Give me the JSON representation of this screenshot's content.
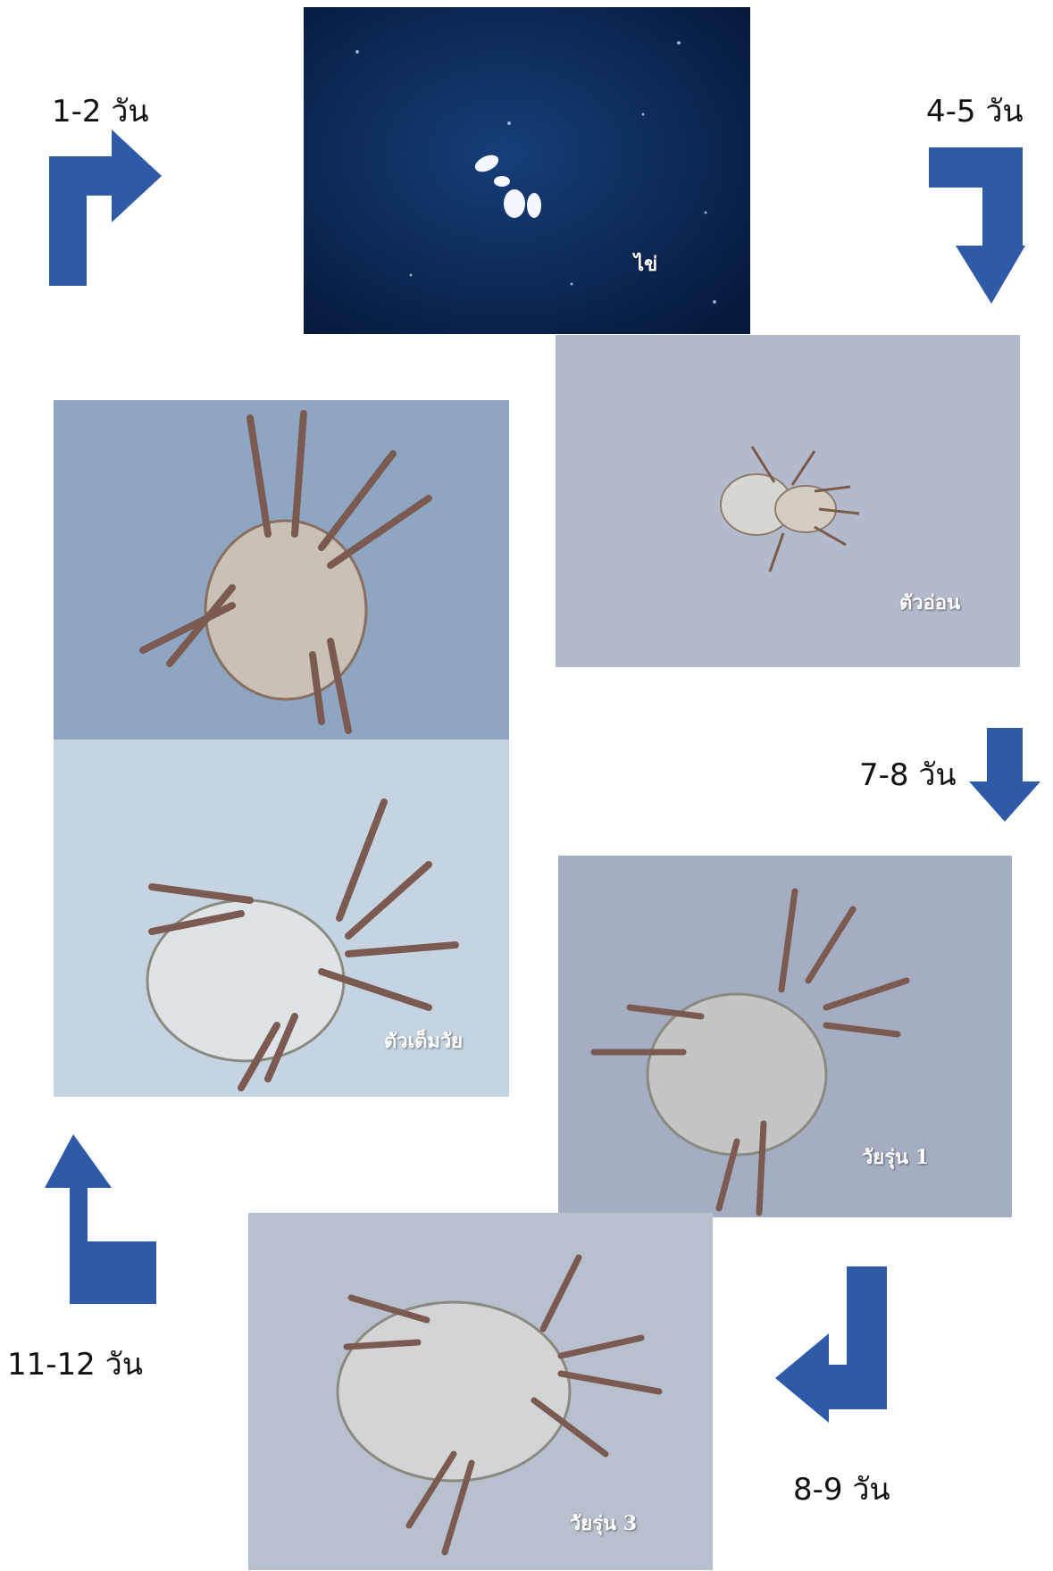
{
  "stages": {
    "egg": {
      "caption": "ไข่"
    },
    "larva": {
      "caption": "ตัวอ่อน"
    },
    "nymph1": {
      "caption": "วัยรุ่น 1"
    },
    "nymph3": {
      "caption": "วัยรุ่น 3"
    },
    "adult": {
      "caption": "ตัวเต็มวัย"
    }
  },
  "durations": {
    "egg_in": "1-2 วัน",
    "egg_to_larva": "4-5 วัน",
    "larva_to_nymph1": "7-8 วัน",
    "nymph1_to_nymph3": "8-9 วัน",
    "nymph3_to_adult": "11-12 วัน"
  },
  "colors": {
    "arrow": "#2f5aa8",
    "egg_bg": "#0b2a5a",
    "micro_bg": "#a9b8cf"
  },
  "icons": [
    "turn-arrow-icon",
    "down-arrow-icon",
    "mite-icon"
  ]
}
